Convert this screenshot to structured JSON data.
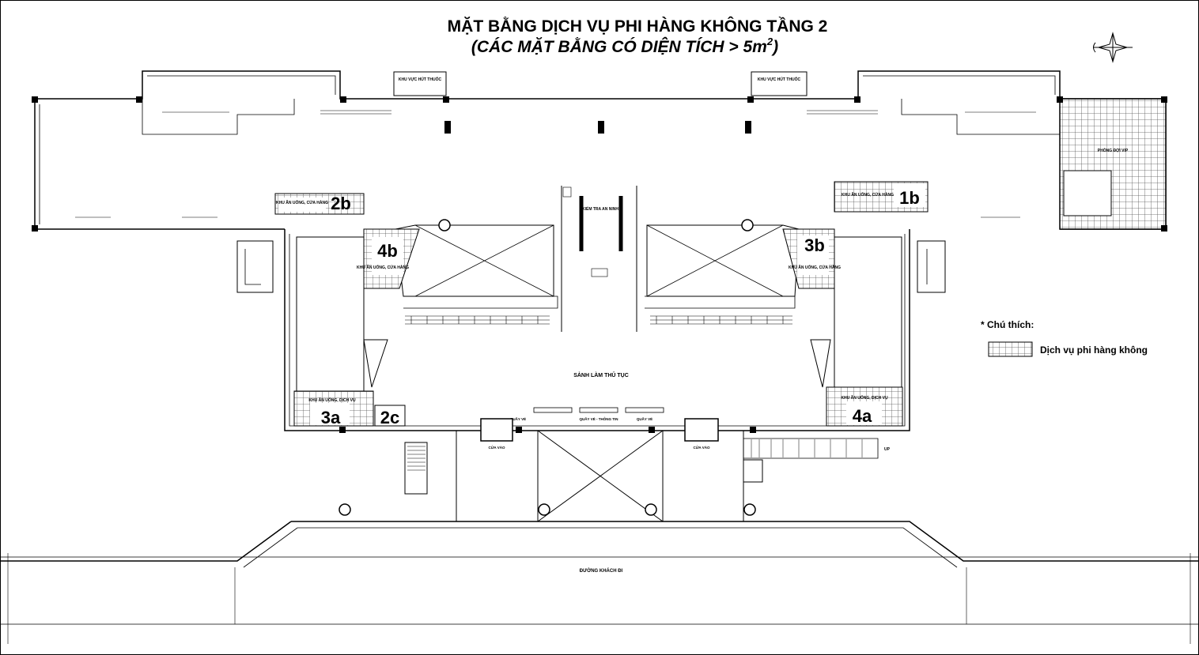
{
  "title": {
    "line1": "MẶT BẰNG DỊCH VỤ PHI HÀNG KHÔNG TẦNG 2",
    "line2": "(CÁC MẶT BẰNG CÓ DIỆN TÍCH > 5m",
    "sup": "2",
    "close": ")"
  },
  "zones": {
    "z1b": {
      "code": "1b",
      "label": "KHU ĂN UỐNG, CỬA HÀNG"
    },
    "z2b": {
      "code": "2b",
      "label": "KHU ĂN UỐNG, CỬA HÀNG"
    },
    "z2c": {
      "code": "2c"
    },
    "z3a": {
      "code": "3a",
      "label": "KHU ĂN UỐNG, DỊCH VỤ"
    },
    "z3b": {
      "code": "3b",
      "label": "KHU ĂN UỐNG, CỬA HÀNG"
    },
    "z4a": {
      "code": "4a",
      "label": "KHU ĂN UỐNG, DỊCH VỤ"
    },
    "z4b": {
      "code": "4b",
      "label": "KHU ĂN UỐNG, CỬA HÀNG"
    },
    "vip": {
      "label": "PHÒNG ĐỢI VIP"
    }
  },
  "labels": {
    "smoking_left": "KHU VỰC HÚT THUỐC",
    "smoking_right": "KHU VỰC HÚT THUỐC",
    "security": "KIỂM TRA AN NINH",
    "checkin_hall": "SẢNH LÀM THỦ TỤC",
    "ticket1": "QUẦY VÉ",
    "ticket_info": "QUẦY VÉ - THÔNG TIN",
    "ticket2": "QUẦY VÉ",
    "entrance_left": "CỬA VÀO",
    "entrance_right": "CỬA VÀO",
    "passenger_path": "ĐƯỜNG KHÁCH ĐI",
    "up": "UP"
  },
  "legend": {
    "heading": "* Chú thích:",
    "item": "Dịch vụ phi hàng không"
  },
  "icons": {
    "compass": "north-arrow-icon"
  }
}
